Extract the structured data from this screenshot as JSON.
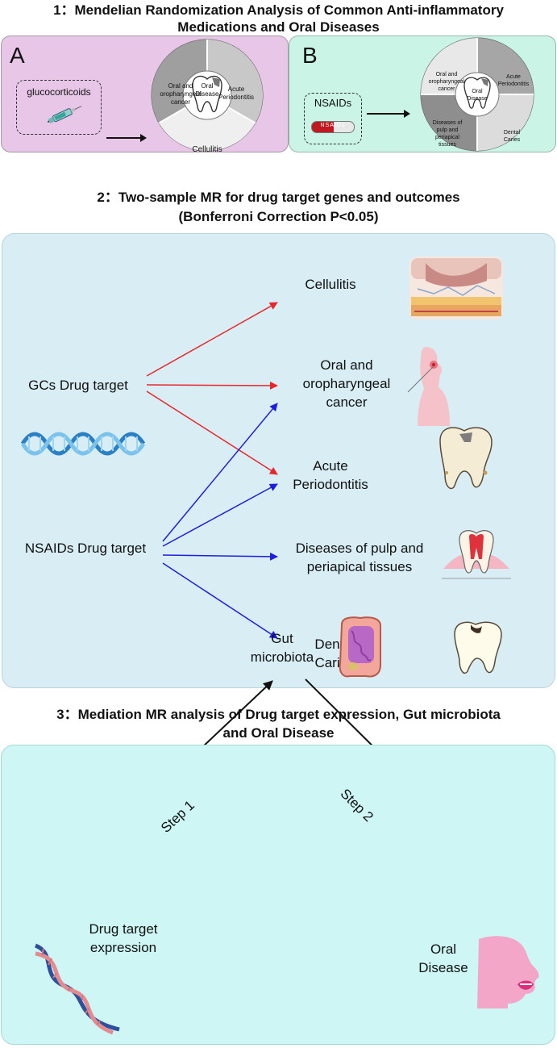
{
  "section1": {
    "title_line1": "1：Mendelian Randomization Analysis of Common Anti-inflammatory",
    "title_line2": "Medications and Oral Diseases",
    "panel_a": {
      "letter": "A",
      "drug": "glucocorticoids",
      "center": "Oral\nDisease",
      "segments": [
        "Oral and\noropharyngeal\ncancer",
        "Acute\nPeriodontitis",
        "Cellulitis"
      ]
    },
    "panel_b": {
      "letter": "B",
      "drug": "NSAIDs",
      "pill_text": "NSAIDs",
      "center": "Oral\nDisease",
      "segments": [
        "Oral and\noropharyngeal\ncancer",
        "Acute\nPeriodontitis",
        "Dental\nCaries",
        "Diseases of\npulp and\nperiapical\ntissues"
      ]
    },
    "colors": {
      "panel_a_bg": "#e8c6e8",
      "panel_b_bg": "#c9f4e6"
    }
  },
  "section2": {
    "title_line1": "2：Two-sample MR for drug target genes and outcomes",
    "title_line2": "(Bonferroni Correction P<0.05)",
    "sources": {
      "gcs": "GCs Drug target",
      "nsaids": "NSAIDs Drug target"
    },
    "outcomes": {
      "cellulitis": "Cellulitis",
      "cancer": "Oral and\noropharyngeal\ncancer",
      "periodontitis": "Acute\nPeriodontitis",
      "pulp": "Diseases of pulp and\nperiapical tissues",
      "caries": "Dental\nCaries"
    },
    "colors": {
      "bg": "#d8eef4",
      "gcs_arrow": "#e8262b",
      "nsaids_arrow": "#1e1ee0"
    }
  },
  "section3": {
    "title_line1": "3：Mediation MR analysis of Drug target expression, Gut microbiota",
    "title_line2": "and Oral Disease",
    "gut": "Gut\nmicrobiota",
    "drug": "Drug target\nexpression",
    "oral": "Oral\nDisease",
    "step1": "Step 1",
    "step2": "Step 2",
    "colors": {
      "bg": "#cdf6f4"
    }
  }
}
